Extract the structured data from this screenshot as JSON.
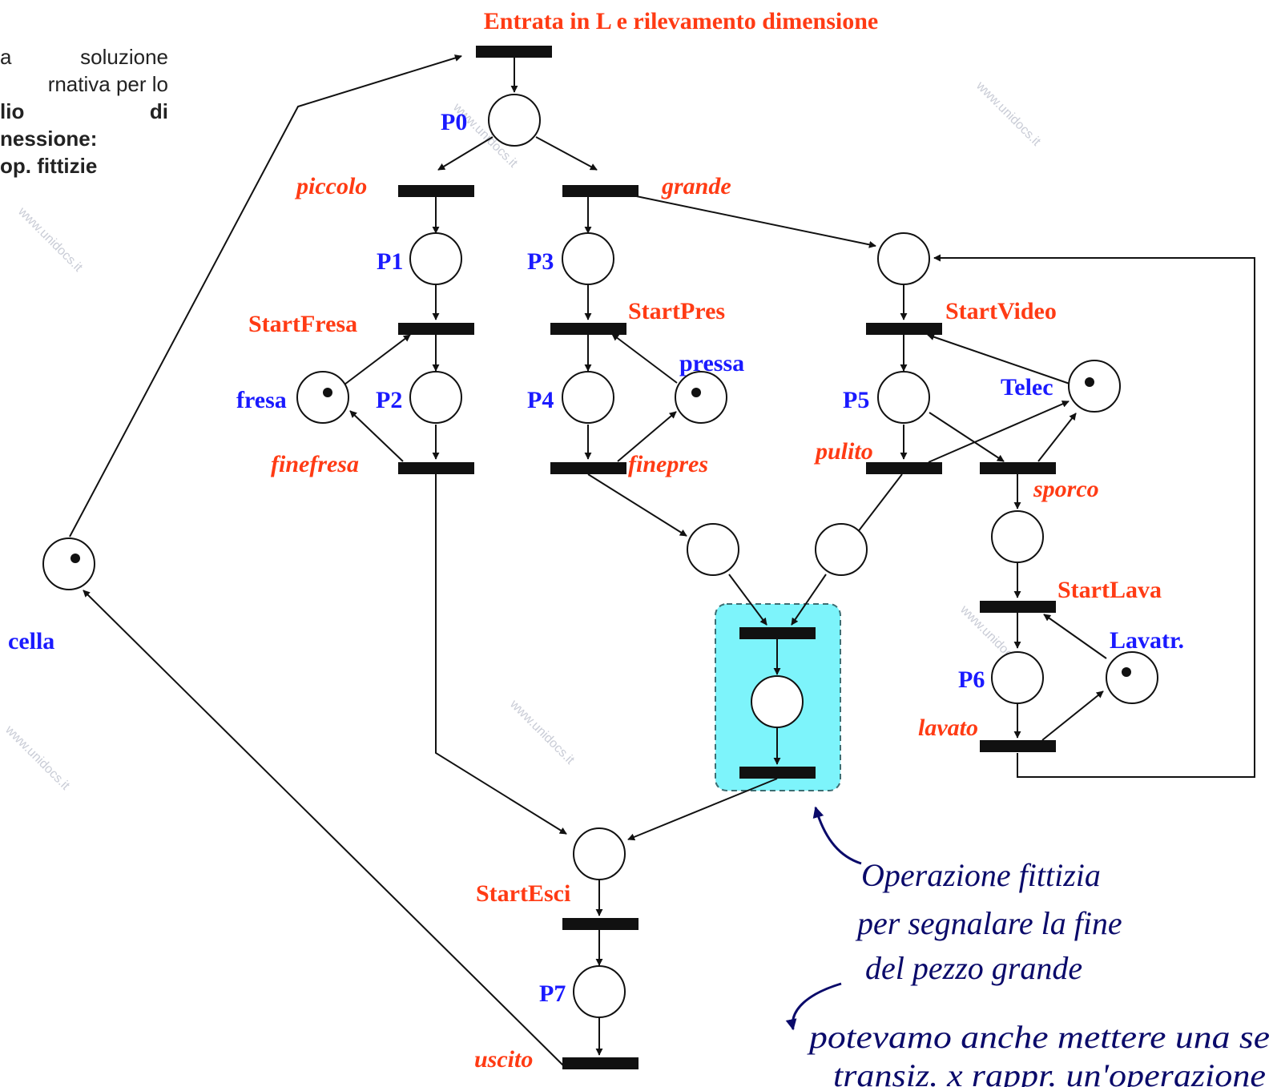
{
  "side_text": {
    "line1_left": "a",
    "line1_right": "soluzione",
    "line2": "rnativa per lo",
    "line3_left": "lio",
    "line3_right": "di",
    "line4": "nessione:",
    "line5": "op. fittizie"
  },
  "title": "Entrata in L e rilevamento dimensione",
  "places": {
    "p0": "P0",
    "p1": "P1",
    "p2": "P2",
    "p3": "P3",
    "p4": "P4",
    "p5": "P5",
    "p6": "P6",
    "p7": "P7",
    "fresa": "fresa",
    "pressa": "pressa",
    "telec": "Telec",
    "lavatr": "Lavatr.",
    "cella": "cella"
  },
  "transitions": {
    "piccolo": "piccolo",
    "grande": "grande",
    "start_fresa": "StartFresa",
    "start_pres": "StartPres",
    "start_video": "StartVideo",
    "finefresa": "finefresa",
    "finepres": "finepres",
    "pulito": "pulito",
    "sporco": "sporco",
    "start_lava": "StartLava",
    "lavato": "lavato",
    "start_esci": "StartEsci",
    "uscito": "uscito"
  },
  "annotation": {
    "line1": "Operazione fittizia",
    "line2": "per segnalare la fine",
    "line3": "del pezzo grande",
    "line4": "potevamo anche mettere una se",
    "line5": "transiz. x rappr. un'operazione"
  },
  "watermark": "www.unidocs.it",
  "colors": {
    "red_label": "#ff3b14",
    "blue_label": "#1a1aff",
    "highlight": "#7df4fb",
    "ink": "#0a0a6a"
  }
}
